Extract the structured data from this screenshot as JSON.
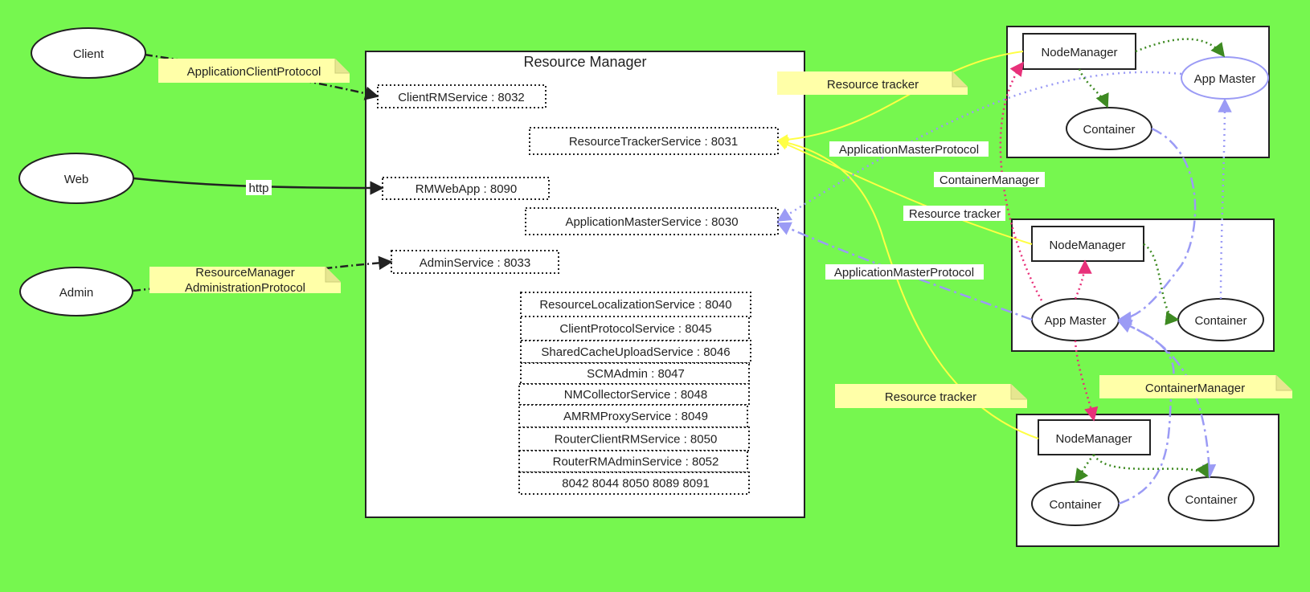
{
  "clients": {
    "client": "Client",
    "web": "Web",
    "admin": "Admin"
  },
  "notes": {
    "app_client_protocol": "ApplicationClientProtocol",
    "rm_admin_line1": "ResourceManager",
    "rm_admin_line2": "AdministrationProtocol",
    "resource_tracker_top": "Resource tracker",
    "resource_tracker_bottom": "Resource tracker",
    "container_manager_note": "ContainerManager"
  },
  "edge_labels": {
    "http": "http",
    "am_protocol_1": "ApplicationMasterProtocol",
    "am_protocol_2": "ApplicationMasterProtocol",
    "container_manager": "ContainerManager",
    "resource_tracker": "Resource tracker"
  },
  "resource_manager": {
    "title": "Resource Manager",
    "services": {
      "client_rm": "ClientRMService : 8032",
      "resource_tracker": "ResourceTrackerService : 8031",
      "rm_webapp": "RMWebApp : 8090",
      "app_master": "ApplicationMasterService : 8030",
      "admin": "AdminService : 8033"
    },
    "port_list": [
      "ResourceLocalizationService : 8040",
      "ClientProtocolService :  8045",
      "SharedCacheUploadService :  8046",
      "SCMAdmin :  8047",
      "NMCollectorService : 8048",
      "AMRMProxyService :  8049",
      "RouterClientRMService :  8050",
      "RouterRMAdminService :  8052",
      "8042 8044  8050 8089 8091"
    ]
  },
  "nodes": {
    "node1": {
      "manager": "NodeManager",
      "app_master": "App Master",
      "container": "Container"
    },
    "node2": {
      "manager": "NodeManager",
      "app_master": "App Master",
      "container": "Container"
    },
    "node3": {
      "manager": "NodeManager",
      "container_a": "Container",
      "container_b": "Container"
    }
  },
  "colors": {
    "background": "#76f74f",
    "note": "#ffffa8",
    "yellow_edge": "#ffff44",
    "blue_edge": "#9b9bf5",
    "pink_edge": "#e8317a",
    "green_edge": "#3e8a22",
    "dark_edge": "#222222"
  }
}
